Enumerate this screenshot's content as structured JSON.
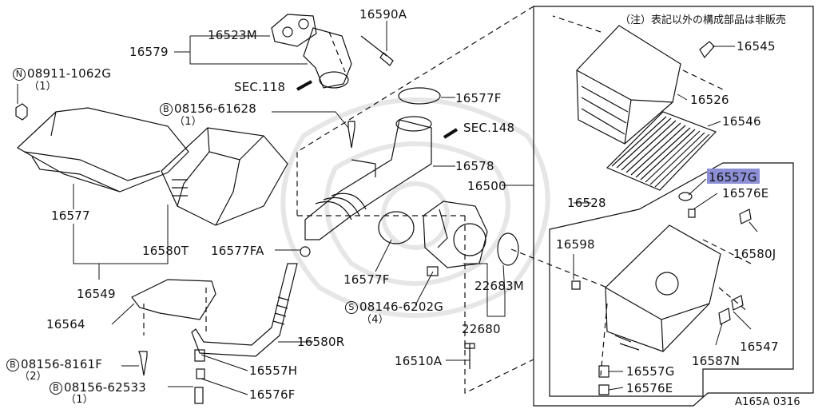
{
  "diagram_code": "A165A 0316",
  "note": "（注）表記以外の構成部品は非販売",
  "highlight_color": "#8d8fd6",
  "labels": {
    "p16590A": "16590A",
    "p16523M": "16523M",
    "p16579": "16579",
    "n08911": "08911-1062G",
    "n08911_qty": "（1）",
    "sec118": "SEC.118",
    "p16577F_top": "16577F",
    "b08156_61628": "08156-61628",
    "b08156_61628_qty": "（1）",
    "sec148": "SEC.148",
    "p16578": "16578",
    "p16500": "16500",
    "p16577": "16577",
    "p16580T": "16580T",
    "p16577FA": "16577FA",
    "p16577F_mid": "16577F",
    "p16549": "16549",
    "p16564": "16564",
    "s08146": "08146-6202G",
    "s08146_qty": "（4）",
    "p22683M": "22683M",
    "p22680": "22680",
    "p16580R": "16580R",
    "p16510A": "16510A",
    "b08156_8161F": "08156-8161F",
    "b08156_8161F_qty": "（2）",
    "p16557H": "16557H",
    "b08156_62533": "08156-62533",
    "b08156_62533_qty": "（1）",
    "p16576F": "16576F",
    "p16545": "16545",
    "p16526": "16526",
    "p16546": "16546",
    "p16557G_hl": "16557",
    "p16557G_suffix": "G",
    "p16576E_top": "16576E",
    "p16528": "16528",
    "p16598": "16598",
    "p16580J": "16580J",
    "p16547": "16547",
    "p16587N": "16587N",
    "p16557G_bot": "16557G",
    "p16576E_bot": "16576E"
  },
  "markers": {
    "N": "N",
    "B": "B",
    "S": "S"
  }
}
